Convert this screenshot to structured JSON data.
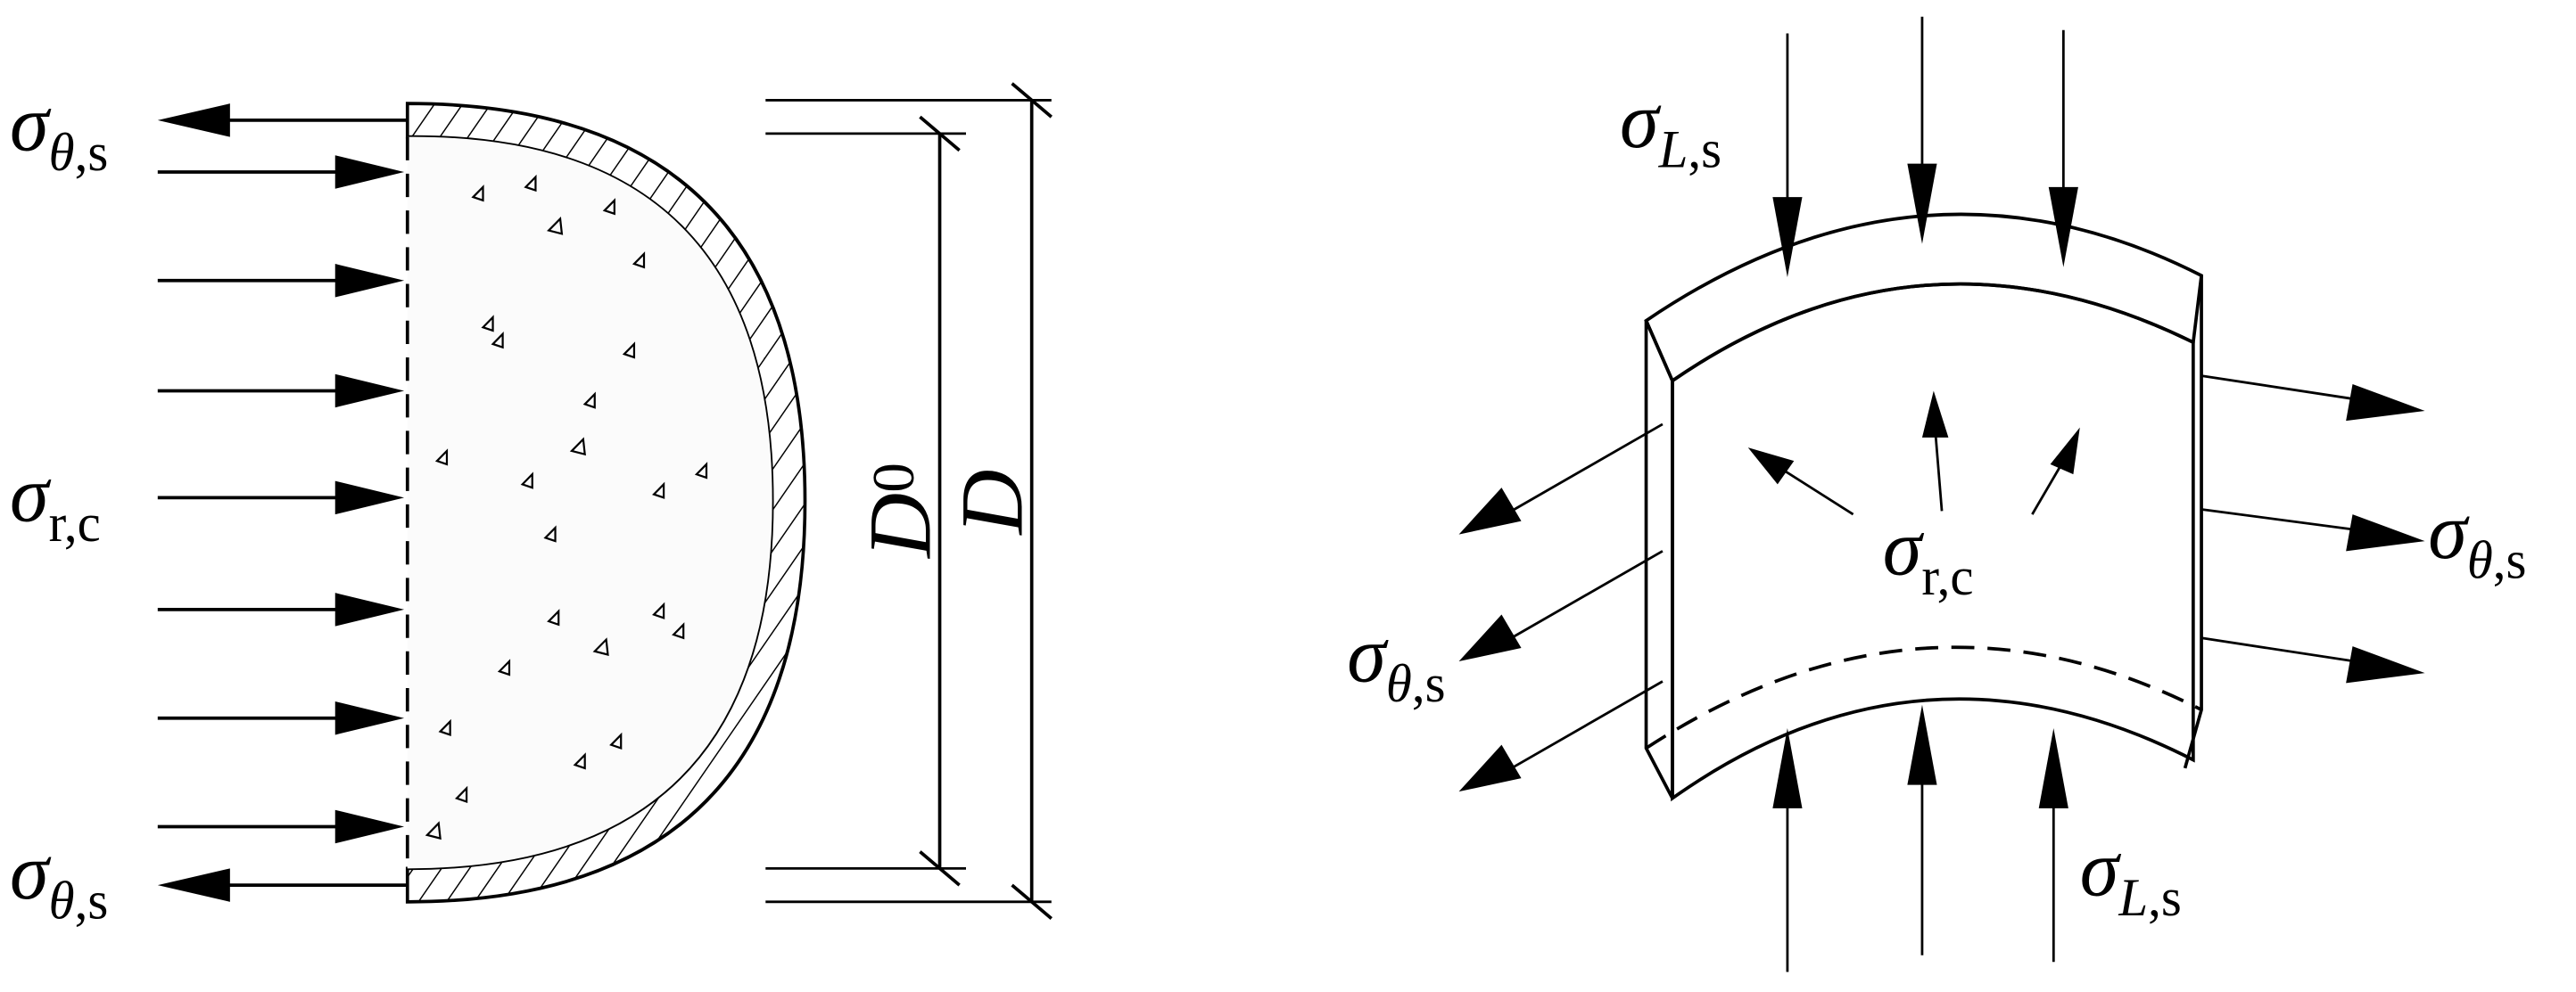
{
  "figure": {
    "left_panel": {
      "description": "Half cross-section of concrete-filled steel tube",
      "labels": {
        "hoop_steel_top": {
          "symbol": "σ",
          "sub_italic": "θ",
          "sub": ",s"
        },
        "radial_concrete": {
          "symbol": "σ",
          "sub": "r,c"
        },
        "hoop_steel_bottom": {
          "symbol": "σ",
          "sub_italic": "θ",
          "sub": ",s"
        }
      },
      "dimensions": {
        "inner_diameter": {
          "symbol": "D",
          "sub": "0"
        },
        "outer_diameter": {
          "symbol": "D"
        }
      }
    },
    "right_panel": {
      "description": "Steel tube wall element under stresses",
      "labels": {
        "longitudinal_top": {
          "symbol": "σ",
          "sub_italic": "L",
          "sub": ",s"
        },
        "radial_concrete": {
          "symbol": "σ",
          "sub": "r,c"
        },
        "hoop_right": {
          "symbol": "σ",
          "sub_italic": "θ",
          "sub": ",s"
        },
        "hoop_left": {
          "symbol": "σ",
          "sub_italic": "θ",
          "sub": ",s"
        },
        "longitudinal_bottom": {
          "symbol": "σ",
          "sub_italic": "L",
          "sub": ",s"
        }
      }
    }
  }
}
